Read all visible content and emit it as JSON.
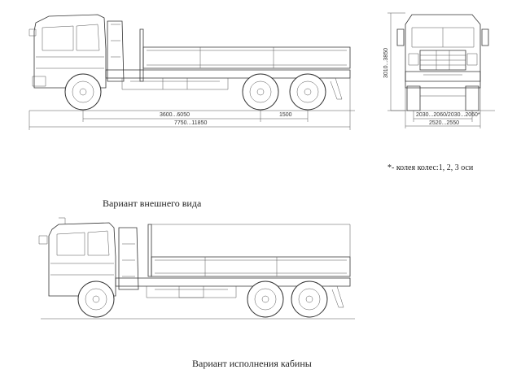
{
  "dimensions": {
    "wheelbase_range": "3600...6050",
    "axle_spacing": "1500",
    "overall_length": "7750...11850",
    "height_range": "3010...3850",
    "track_widths": "2030...2060/2030...2060*",
    "overall_width": "2520...2550"
  },
  "note": {
    "marker": "*",
    "text": "- колея колес:1, 2, 3 оси"
  },
  "captions": {
    "exterior_variant": "Вариант внешнего вида",
    "cab_variant": "Вариант исполнения кабины"
  }
}
